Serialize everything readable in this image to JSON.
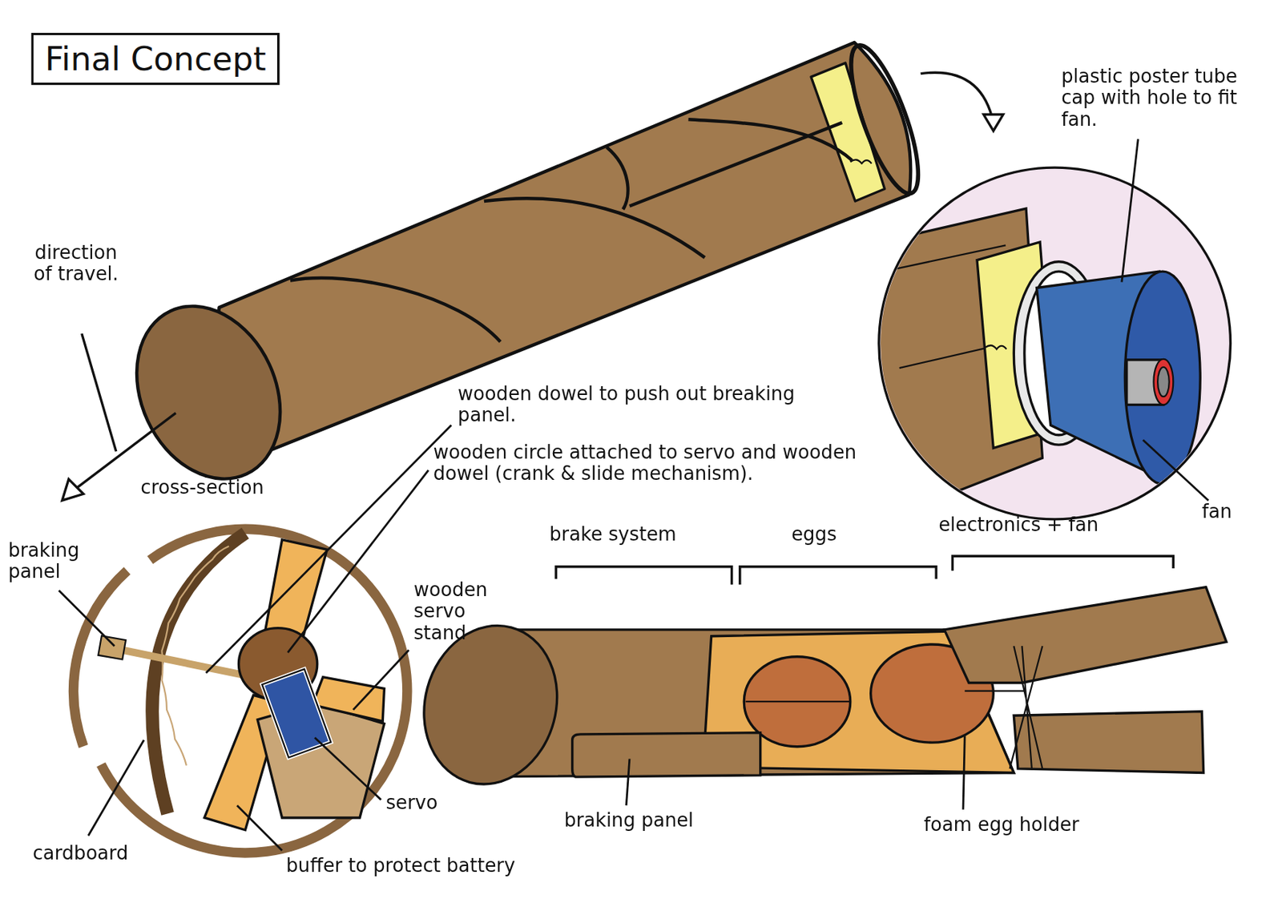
{
  "diagram": {
    "title": "Final Concept",
    "labels": [
      "direction of travel.",
      "cross-section",
      "wooden dowel to push out breaking panel.",
      "wooden circle attached to servo and wooden dowel (crank & slide mechanism).",
      "plastic poster tube cap with hole to fit fan.",
      "fan",
      "braking panel",
      "wooden servo stand",
      "brake system",
      "eggs",
      "electronics + fan",
      "servo",
      "cardboard",
      "buffer to protect battery",
      "braking panel",
      "foam egg holder"
    ]
  }
}
